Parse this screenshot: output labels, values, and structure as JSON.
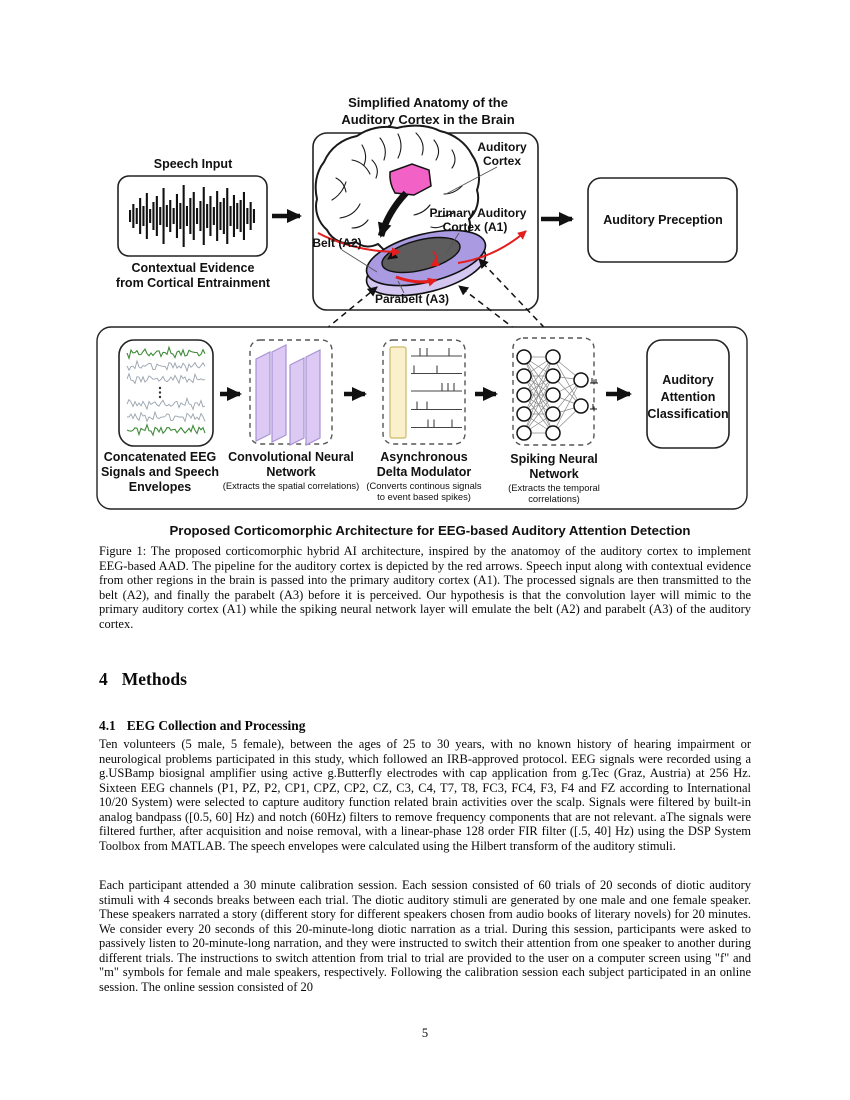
{
  "figure": {
    "anatomy_title": [
      "Simplified Anatomy of the",
      "Auditory Cortex in the Brain"
    ],
    "speech_input_label": "Speech Input",
    "contextual_label": [
      "Contextual Evidence",
      "from Cortical Entrainment"
    ],
    "auditory_cortex_label": [
      "Auditory",
      "Cortex"
    ],
    "primary_auditory_label": [
      "Primary Auditory",
      "Cortex (A1)"
    ],
    "belt_label": "Belt (A2)",
    "parabelt_label": "Parabelt (A3)",
    "auditory_perception_label": "Auditory Preception",
    "eeg_label": [
      "Concatenated EEG",
      "Signals and Speech",
      "Envelopes"
    ],
    "cnn_label": [
      "Convolutional Neural",
      "Network"
    ],
    "cnn_sub": "(Extracts the spatial correlations)",
    "adm_label": [
      "Asynchronous",
      "Delta Modulator"
    ],
    "adm_sub": [
      "(Converts continous signals",
      "to event based spikes)"
    ],
    "snn_label": [
      "Spiking Neural",
      "Network"
    ],
    "snn_sub": [
      "(Extracts the temporal",
      "correlations)"
    ],
    "output_label": [
      "Auditory",
      "Attention",
      "Classification"
    ],
    "subtitle": "Proposed Corticomorphic Architecture for EEG-based Auditory Attention Detection",
    "colors": {
      "red": "#e51d1d",
      "pink": "#f161c6",
      "belt_purple": "#a99ae1",
      "belt_light": "#d3c6f0",
      "a1_gray": "#5d5d5d",
      "cnn_purple": "#dcc9f4",
      "adm_yellow": "#faf0cc",
      "eeg_green": "#3f8a39",
      "eeg_gray": "#99a3ae"
    }
  },
  "caption": "Figure 1: The proposed corticomorphic hybrid AI architecture, inspired by the anatomoy of the auditory cortex to implement EEG-based AAD. The pipeline for the auditory cortex is depicted by the red arrows. Speech input along with contextual evidence from other regions in the brain is passed into the primary auditory cortex (A1). The processed signals are then transmitted to the belt (A2), and finally the parabelt (A3) before it is perceived. Our hypothesis is that the convolution layer will mimic to the primary auditory cortex (A1) while the spiking neural network layer will emulate the belt (A2) and parabelt (A3) of the auditory cortex.",
  "sections": {
    "methods": {
      "number": "4",
      "title": "Methods"
    },
    "subsection": {
      "number": "4.1",
      "title": "EEG Collection and Processing"
    }
  },
  "body": {
    "paragraph1": "Ten volunteers (5 male, 5 female), between the ages of 25 to 30 years, with no known history of hearing impairment or neurological problems participated in this study, which followed an IRB-approved protocol. EEG signals were recorded using a g.USBamp biosignal amplifier using active g.Butterfly electrodes with cap application from g.Tec (Graz, Austria) at 256 Hz. Sixteen EEG channels (P1, PZ, P2, CP1, CPZ, CP2, CZ, C3, C4, T7, T8, FC3, FC4, F3, F4 and FZ according to International 10/20 System) were selected to capture auditory function related brain activities over the scalp. Signals were filtered by built-in analog bandpass ([0.5, 60] Hz) and notch (60Hz) filters to remove frequency components that are not relevant. aThe signals were filtered further, after acquisition and noise removal, with a linear-phase 128 order FIR filter ([.5, 40] Hz) using the DSP System Toolbox from MATLAB. The speech envelopes were calculated using the Hilbert transform of the auditory stimuli.",
    "paragraph2": "Each participant attended a 30 minute calibration session. Each session consisted of 60 trials of 20 seconds of diotic auditory stimuli with 4 seconds breaks between each trial. The diotic auditory stimuli are generated by one male and one female speaker. These speakers narrated a story (different story for different speakers chosen from audio books of literary novels) for 20 minutes. We consider every 20 seconds of this 20-minute-long diotic narration as a trial. During this session, participants were asked to passively listen to 20-minute-long narration, and they were instructed to switch their attention from one speaker to another during different trials. The instructions to switch attention from trial to trial are provided to the user on a computer screen using \"f\" and \"m\" symbols for female and male speakers, respectively. Following the calibration session each subject participated in an online session. The online session consisted of 20"
  },
  "page_number": "5"
}
